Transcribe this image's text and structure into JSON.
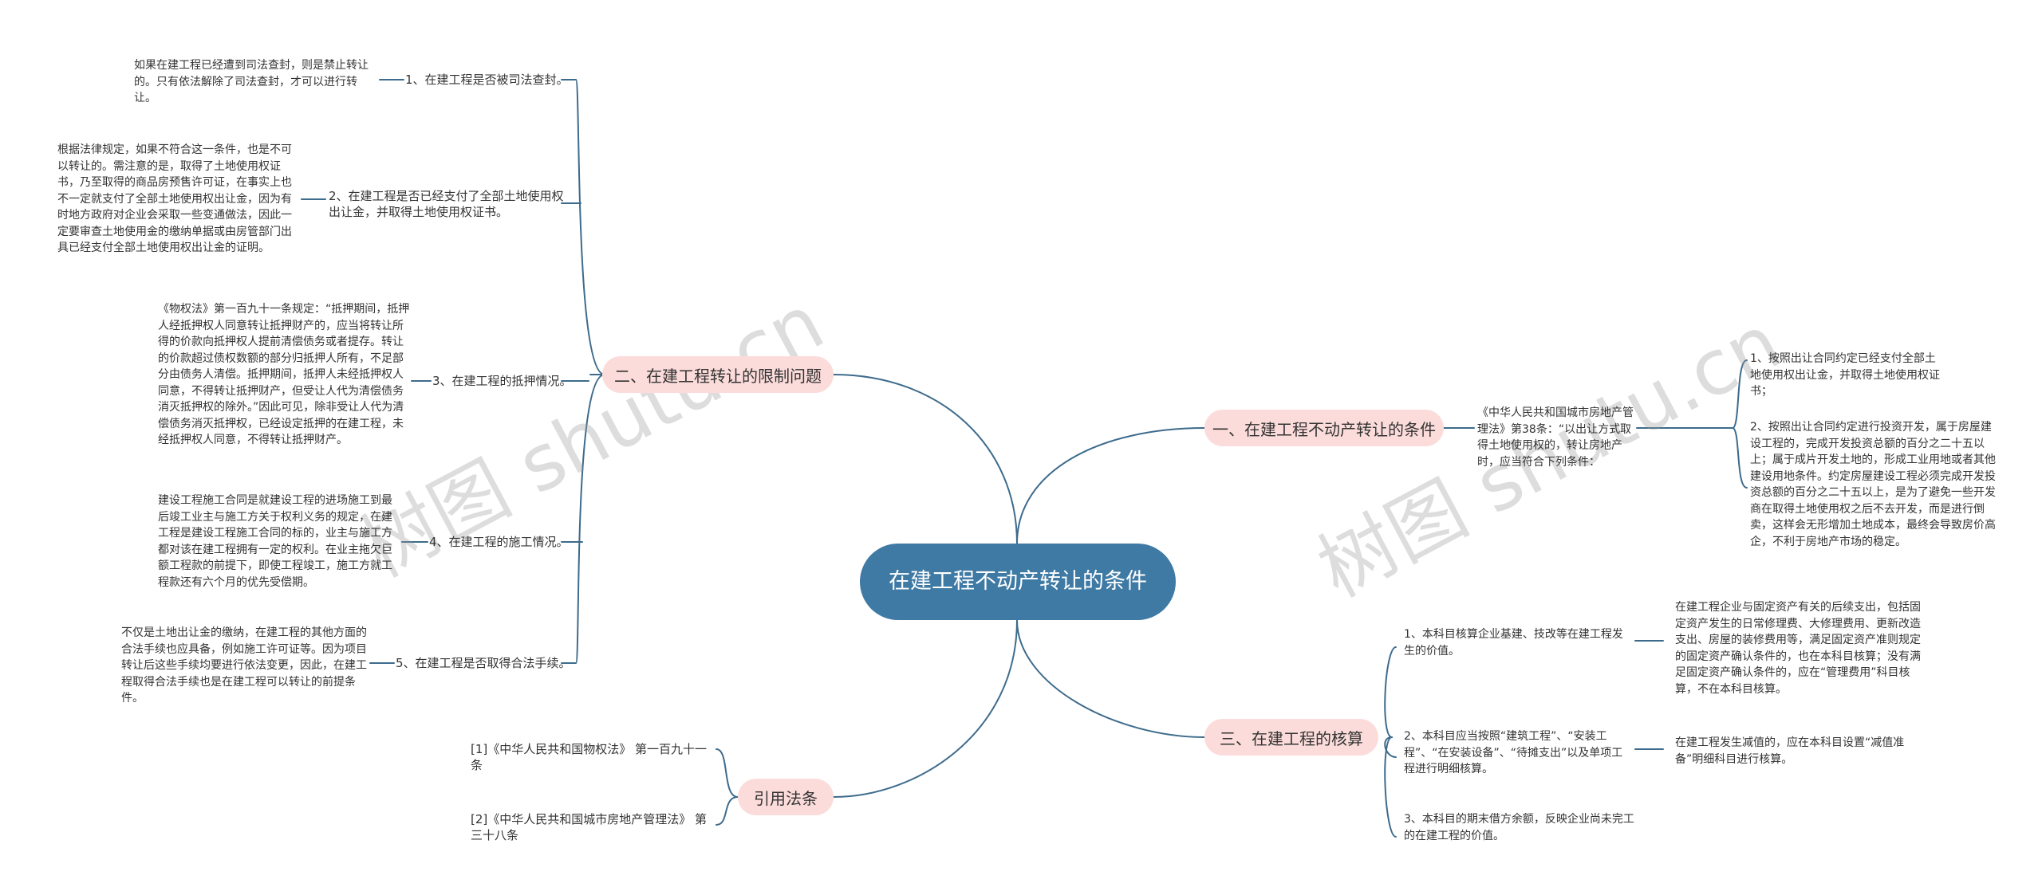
{
  "root": {
    "title": "在建工程不动产转让的条件"
  },
  "branches": {
    "b2": {
      "label": "二、在建工程转让的限制问题",
      "items": [
        {
          "label": "1、在建工程是否被司法查封。",
          "detail": "如果在建工程已经遭到司法查封，则是禁止转让的。只有依法解除了司法查封，才可以进行转让。"
        },
        {
          "label": "2、在建工程是否已经支付了全部土地使用权出让金，并取得土地使用权证书。",
          "detail": "根据法律规定，如果不符合这一条件，也是不可以转让的。需注意的是，取得了土地使用权证书，乃至取得的商品房预售许可证，在事实上也不一定就支付了全部土地使用权出让金，因为有时地方政府对企业会采取一些变通做法，因此一定要审查土地使用金的缴纳单据或由房管部门出具已经支付全部土地使用权出让金的证明。"
        },
        {
          "label": "3、在建工程的抵押情况。",
          "detail": "《物权法》第一百九十一条规定：“抵押期间，抵押人经抵押权人同意转让抵押财产的，应当将转让所得的价款向抵押权人提前清偿债务或者提存。转让的价款超过债权数额的部分归抵押人所有，不足部分由债务人清偿。抵押期间，抵押人未经抵押权人同意，不得转让抵押财产，但受让人代为清偿债务消灭抵押权的除外。”因此可见，除非受让人代为清偿债务消灭抵押权，已经设定抵押的在建工程，未经抵押权人同意，不得转让抵押财产。"
        },
        {
          "label": "4、在建工程的施工情况。",
          "detail": "建设工程施工合同是就建设工程的进场施工到最后竣工业主与施工方关于权利义务的规定，在建工程是建设工程施工合同的标的，业主与施工方都对该在建工程拥有一定的权利。在业主拖欠巨额工程款的前提下，即使工程竣工，施工方就工程款还有六个月的优先受偿期。"
        },
        {
          "label": "5、在建工程是否取得合法手续。",
          "detail": "不仅是土地出让金的缴纳，在建工程的其他方面的合法手续也应具备，例如施工许可证等。因为项目转让后这些手续均要进行依法变更，因此，在建工程取得合法手续也是在建工程可以转让的前提条件。"
        }
      ]
    },
    "ref": {
      "label": "引用法条",
      "items": [
        {
          "label": "[1]《中华人民共和国物权法》 第一百九十一条"
        },
        {
          "label": "[2]《中华人民共和国城市房地产管理法》 第三十八条"
        }
      ]
    },
    "b1": {
      "label": "一、在建工程不动产转让的条件",
      "intro": "《中华人民共和国城市房地产管理法》第38条：“以出让方式取得土地使用权的，转让房地产时，应当符合下列条件：",
      "items": [
        {
          "label": "1、按照出让合同约定已经支付全部土地使用权出让金，并取得土地使用权证书；"
        },
        {
          "label": "2、按照出让合同约定进行投资开发，属于房屋建设工程的，完成开发投资总额的百分之二十五以上；属于成片开发土地的，形成工业用地或者其他建设用地条件。约定房屋建设工程必须完成开发投资总额的百分之二十五以上，是为了避免一些开发商在取得土地使用权之后不去开发，而是进行倒卖，这样会无形增加土地成本，最终会导致房价高企，不利于房地产市场的稳定。"
        }
      ]
    },
    "b3": {
      "label": "三、在建工程的核算",
      "items": [
        {
          "label": "1、本科目核算企业基建、技改等在建工程发生的价值。",
          "detail": "在建工程企业与固定资产有关的后续支出，包括固定资产发生的日常修理费、大修理费用、更新改造支出、房屋的装修费用等，满足固定资产准则规定的固定资产确认条件的，也在本科目核算；没有满足固定资产确认条件的，应在“管理费用”科目核算，不在本科目核算。"
        },
        {
          "label": "2、本科目应当按照“建筑工程”、“安装工程”、“在安装设备”、“待摊支出”以及单项工程进行明细核算。",
          "detail": "在建工程发生减值的，应在本科目设置“减值准备”明细科目进行核算。"
        },
        {
          "label": "3、本科目的期末借方余额，反映企业尚未完工的在建工程的价值。"
        }
      ]
    }
  },
  "watermark": "树图 shutu.cn",
  "colors": {
    "root": "#3f7aa4",
    "branch": "#fbdcda",
    "edge": "#3d6b8c"
  }
}
